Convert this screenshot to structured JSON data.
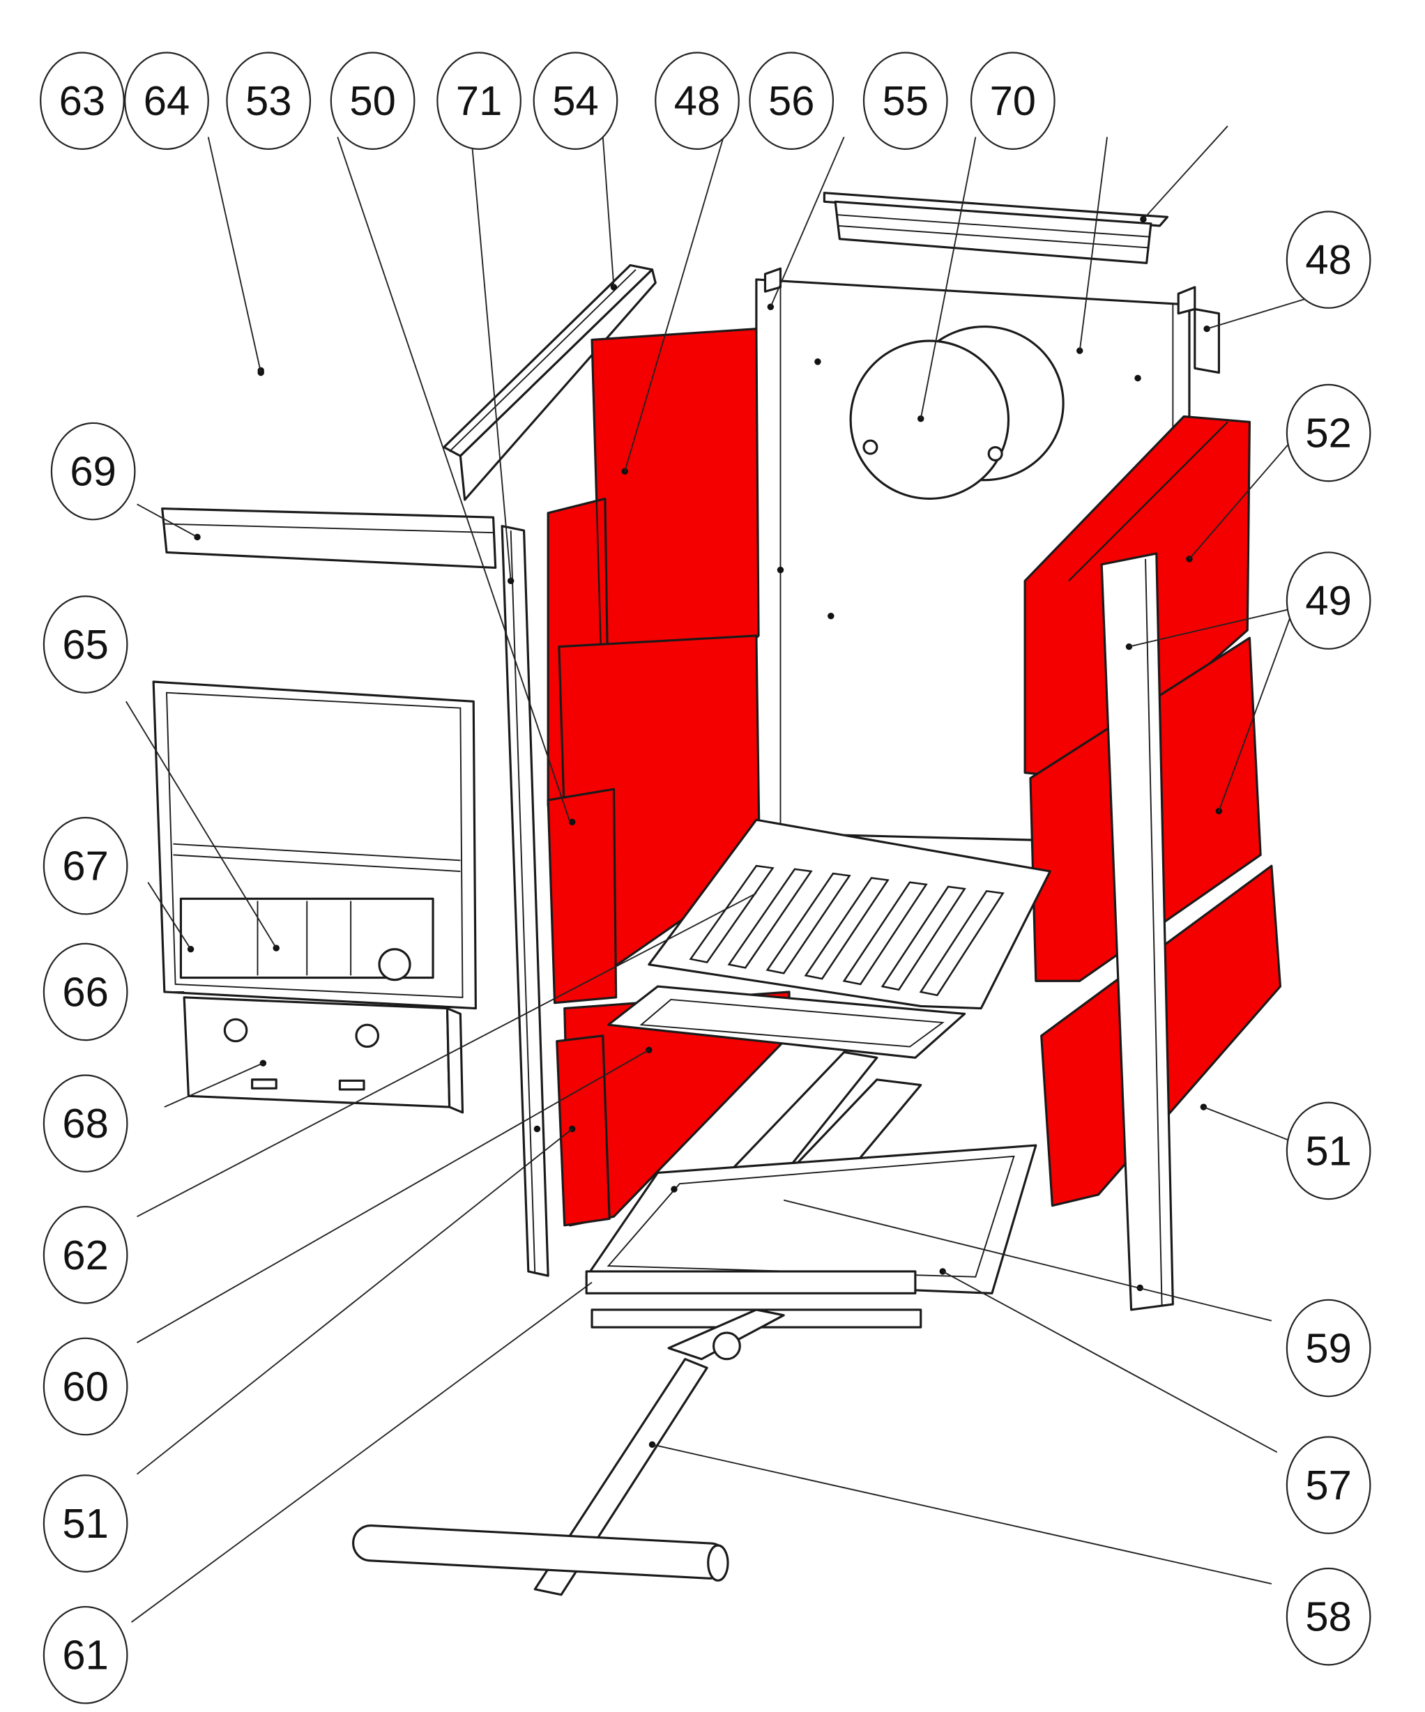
{
  "diagram": {
    "type": "exploded-parts-view",
    "subject": "stove firebox assembly",
    "highlight_color": "#f40000",
    "line_color": "#1a1a1a",
    "callouts": [
      {
        "id": "63",
        "label": "63"
      },
      {
        "id": "64",
        "label": "64"
      },
      {
        "id": "53",
        "label": "53"
      },
      {
        "id": "50",
        "label": "50"
      },
      {
        "id": "71",
        "label": "71"
      },
      {
        "id": "54",
        "label": "54"
      },
      {
        "id": "48a",
        "label": "48"
      },
      {
        "id": "56",
        "label": "56"
      },
      {
        "id": "55",
        "label": "55"
      },
      {
        "id": "70",
        "label": "70"
      },
      {
        "id": "48b",
        "label": "48"
      },
      {
        "id": "52",
        "label": "52"
      },
      {
        "id": "49",
        "label": "49"
      },
      {
        "id": "69",
        "label": "69"
      },
      {
        "id": "65",
        "label": "65"
      },
      {
        "id": "67",
        "label": "67"
      },
      {
        "id": "66",
        "label": "66"
      },
      {
        "id": "68",
        "label": "68"
      },
      {
        "id": "62",
        "label": "62"
      },
      {
        "id": "60",
        "label": "60"
      },
      {
        "id": "51a",
        "label": "51"
      },
      {
        "id": "61",
        "label": "61"
      },
      {
        "id": "51b",
        "label": "51"
      },
      {
        "id": "59",
        "label": "59"
      },
      {
        "id": "57",
        "label": "57"
      },
      {
        "id": "58",
        "label": "58"
      }
    ]
  }
}
